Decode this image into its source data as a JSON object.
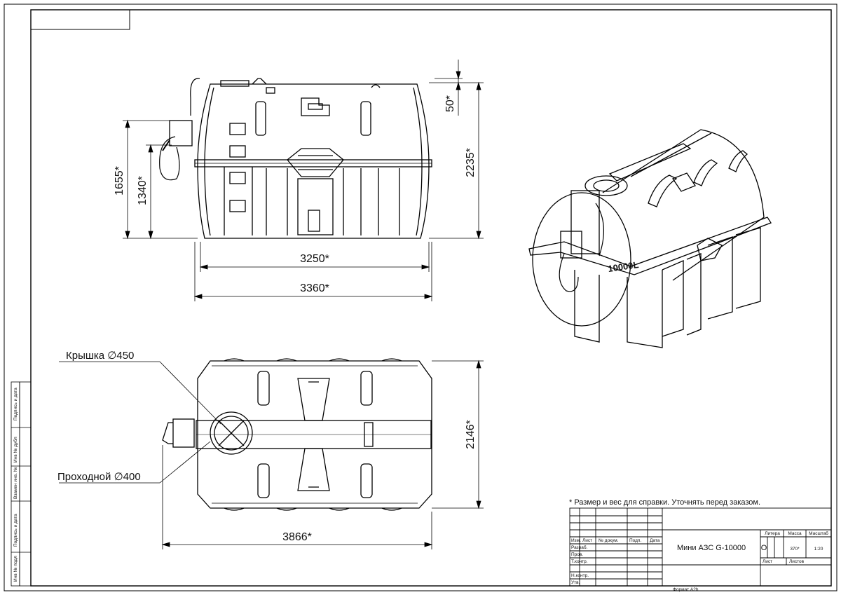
{
  "front_view": {
    "dim_height_total": "2235*",
    "dim_top_offset": "50*",
    "dim_height_body": "1655*",
    "dim_height_frame": "1340*",
    "dim_width_body": "3250*",
    "dim_width_total": "3360*"
  },
  "top_view": {
    "callout_lid": "Крышка ∅450",
    "callout_passage": "Проходной ∅400",
    "dim_width": "2146*",
    "dim_length": "3866*"
  },
  "iso_view": {
    "volume_marking": "10000L"
  },
  "note": "* Размер и вес для справки. Уточнять перед заказом.",
  "side_stamp": [
    "Инв № подл",
    "Подпись и дата",
    "Взамен инв. №",
    "Инв № дубл",
    "Подпись и дата"
  ],
  "title_block": {
    "title": "Мини АЗС G-10000",
    "col_headers": [
      "Изм.",
      "Лист",
      "№ докум.",
      "Подп.",
      "Дата"
    ],
    "rows": [
      "Разраб.",
      "Пров.",
      "Т.контр.",
      "",
      "Н.контр.",
      "Утв."
    ],
    "litera_label": "Литера",
    "litera_value": "О",
    "mass_label": "Масса",
    "mass_value": "370*",
    "scale_label": "Масштаб",
    "scale_value": "1:20",
    "sheet_label": "Лист",
    "sheets_label": "Листов",
    "format": "Формат А2h"
  }
}
